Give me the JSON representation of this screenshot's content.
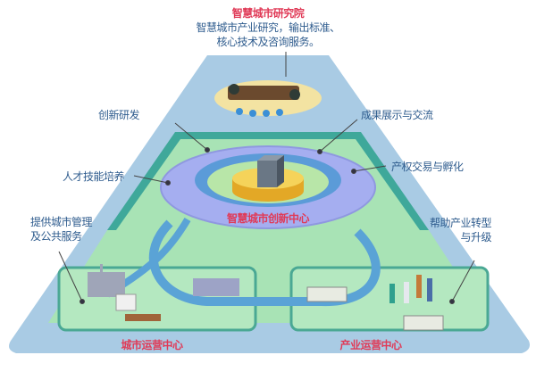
{
  "top": {
    "title": "智慧城市研究院",
    "desc_line1": "智慧城市产业研究，输出标准、",
    "desc_line2": "核心技术及咨询服务。"
  },
  "center": {
    "title": "智慧城市创新中心"
  },
  "callouts": {
    "innovation_rd": "创新研发",
    "talent_training": "人才技能培养",
    "results_exchange": "成果展示与交流",
    "ip_incubation": "产权交易与孵化",
    "city_mgmt_line1": "提供城市管理",
    "city_mgmt_line2": "及公共服务",
    "industry_upgrade_line1": "帮助产业转型",
    "industry_upgrade_line2": "与升级"
  },
  "bottom": {
    "city_ops": "城市运营中心",
    "industry_ops": "产业运营中心"
  },
  "colors": {
    "pyramid_outer": "#a9cbe4",
    "teal_band": "#3fa89a",
    "green_field": "#a8e3b5",
    "ring_purple": "#a5aef0",
    "ring_blue": "#5b9bd8",
    "hub_yellow": "#f5c844",
    "road_blue": "#5aa3d6",
    "label_red": "#e03a57",
    "label_blue": "#2f5c8e"
  }
}
